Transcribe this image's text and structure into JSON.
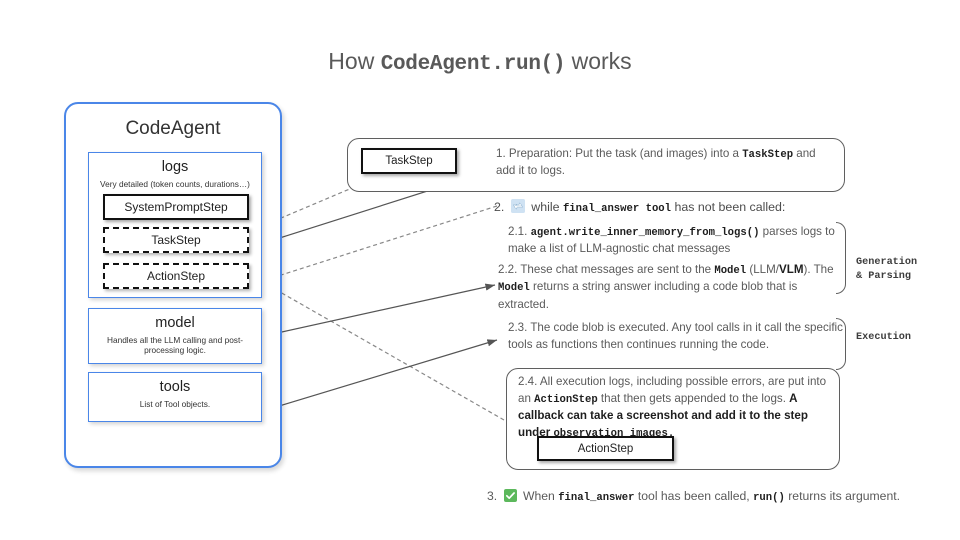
{
  "title": {
    "prefix": "How ",
    "code": "CodeAgent.run()",
    "suffix": " works"
  },
  "agent": {
    "name": "CodeAgent",
    "logs": {
      "title": "logs",
      "subtitle": "Very detailed (token counts, durations…)",
      "steps": [
        {
          "label": "SystemPromptStep",
          "style": "solid"
        },
        {
          "label": "TaskStep",
          "style": "dashed"
        },
        {
          "label": "ActionStep",
          "style": "dashed"
        }
      ]
    },
    "model": {
      "title": "model",
      "subtitle": "Handles all the LLM calling and post-processing logic."
    },
    "tools": {
      "title": "tools",
      "subtitle": "List of Tool objects."
    }
  },
  "steps": {
    "prep": {
      "chip": "TaskStep",
      "num": "1.",
      "text_a": " Preparation: Put the task (and images) into a ",
      "code_a": "TaskStep",
      "text_b": " and add it to logs."
    },
    "loop": {
      "num": "2.",
      "icon": "loop-arrows-emoji",
      "text_a": "while ",
      "code_a": "final_answer tool",
      "text_b": " has not been called:"
    },
    "s21": {
      "num": "2.1.",
      "code_a": "agent.write_inner_memory_from_logs()",
      "text_a": " parses logs to make a list of LLM-agnostic chat messages"
    },
    "s22": {
      "num": "2.2.",
      "text_a": " These chat messages are sent to the ",
      "code_a": "Model",
      "text_b": " (LLM/",
      "bold_a": "VLM",
      "text_c": "). The ",
      "code_b": "Model",
      "text_d": " returns a string answer including a code blob that is extracted."
    },
    "s23": {
      "num": "2.3.",
      "text_a": " The code blob is executed. Any tool calls in it call the specific tools as functions then continues running the code."
    },
    "s24": {
      "num": "2.4.",
      "text_a": " All execution logs, including possible errors, are put into an ",
      "code_a": "ActionStep",
      "text_b": " that then gets appended to the logs. ",
      "bold_a": "A callback can  take a screenshot and add it to the step under ",
      "bold_code": "observation_images.",
      "chip": "ActionStep"
    },
    "final": {
      "num": "3.",
      "icon": "green-check-emoji",
      "text_a": "When ",
      "code_a": "final_answer",
      "text_b": " tool has been called, ",
      "code_b": "run()",
      "text_c": " returns its argument."
    }
  },
  "side_labels": {
    "generation": "Generation\n& Parsing",
    "execution": "Execution"
  },
  "colors": {
    "accent_blue": "#4a86e8",
    "text_gray": "#5a5a5a",
    "line_gray": "#5f5f5f",
    "check_green": "#5cb85c"
  }
}
